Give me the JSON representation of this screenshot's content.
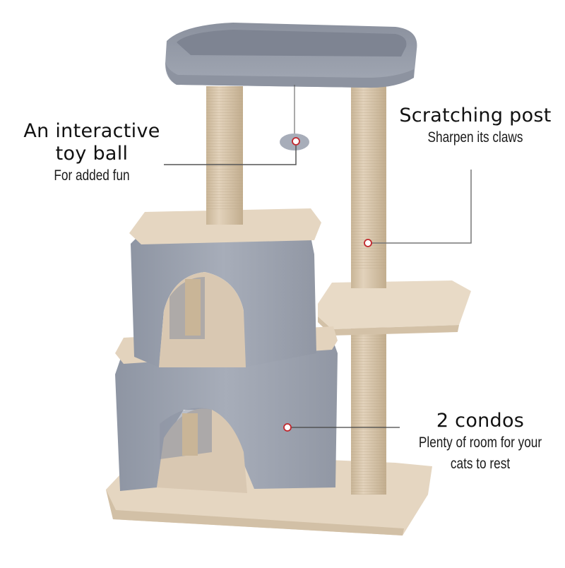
{
  "callouts": {
    "toy_ball": {
      "title_line1": "An interactive",
      "title_line2": "toy ball",
      "subtitle": "For added fun"
    },
    "scratching_post": {
      "title": "Scratching post",
      "subtitle": "Sharpen its claws"
    },
    "condos": {
      "title": "2 condos",
      "subtitle_line1": "Plenty of room for your",
      "subtitle_line2": "cats to rest"
    }
  },
  "colors": {
    "plush_grey": "#9aa0ad",
    "plush_grey_dark": "#7d8391",
    "beige": "#e3d3bd",
    "sisal": "#d7c4a8",
    "marker_red": "#c0272d",
    "leader_line": "#555555"
  }
}
